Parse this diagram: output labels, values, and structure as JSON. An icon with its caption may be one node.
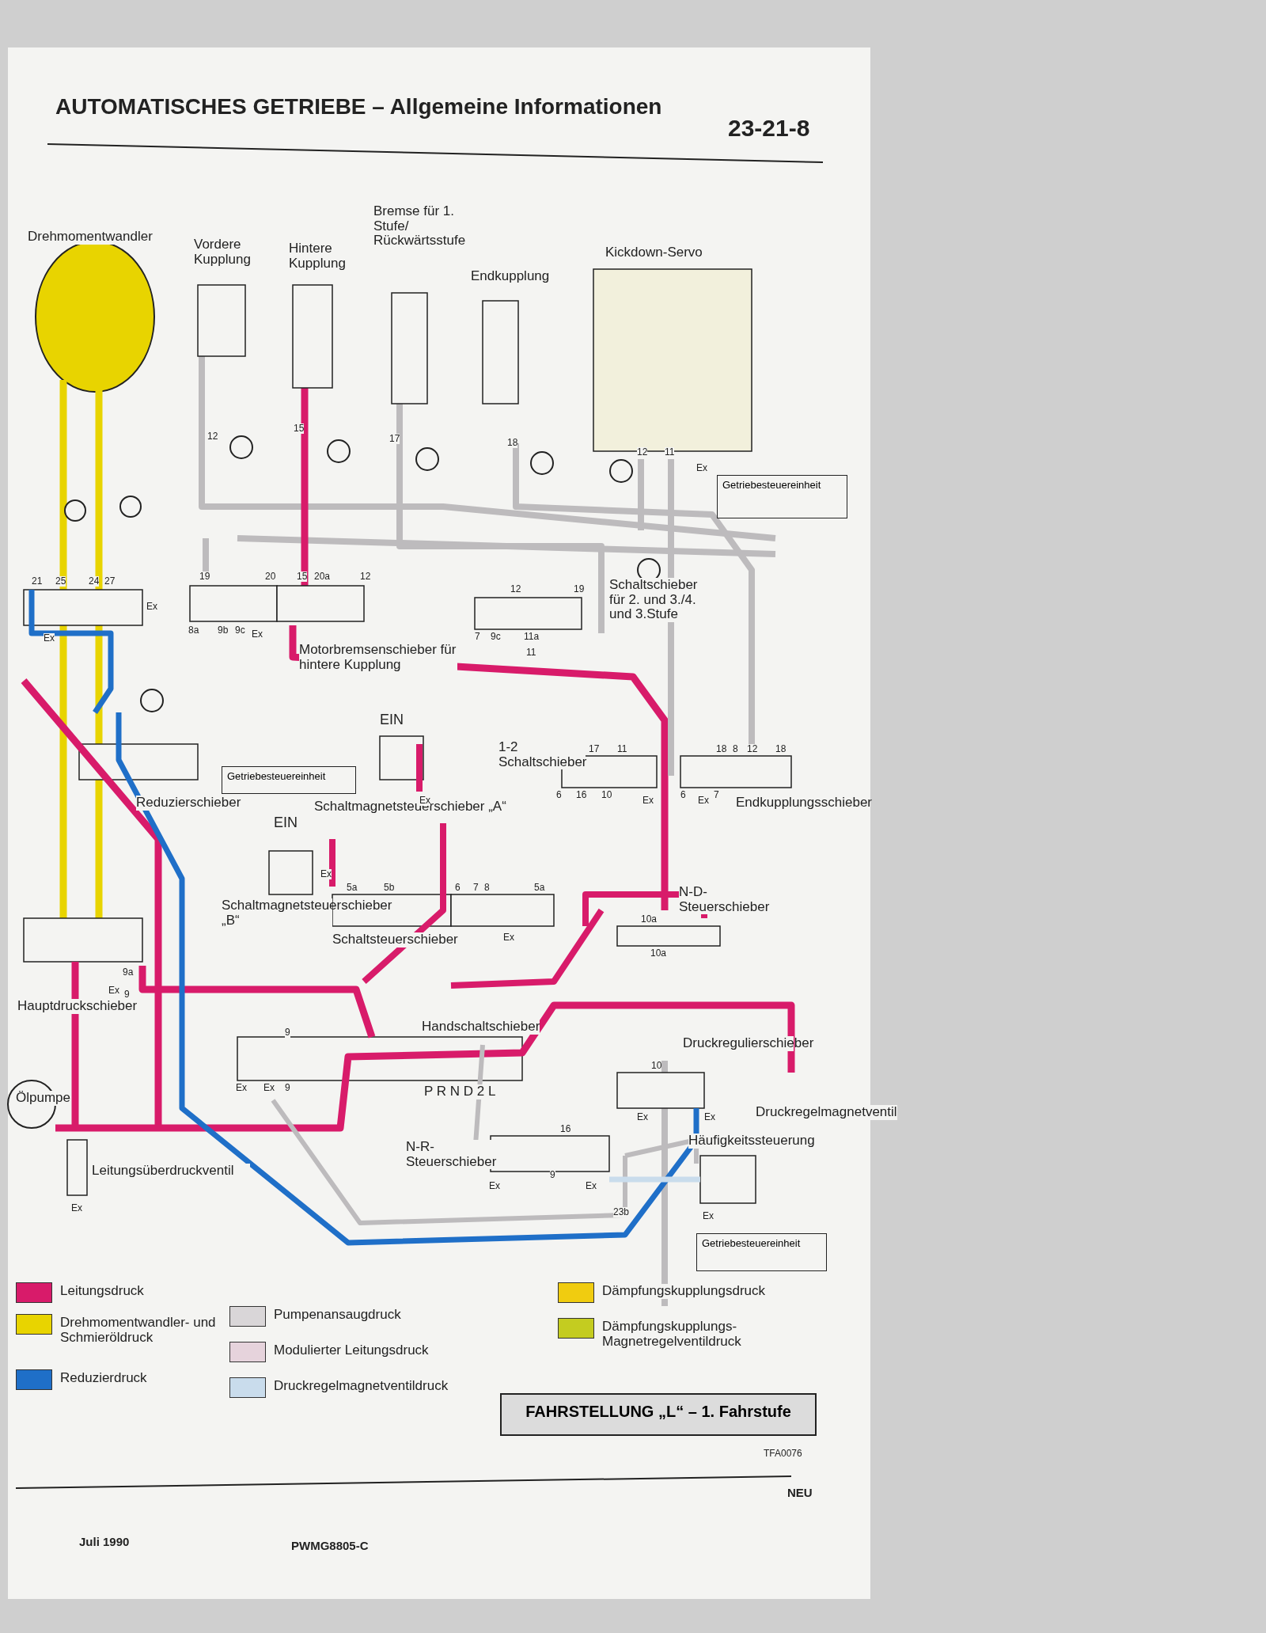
{
  "diagram": {
    "title": "AUTOMATISCHES GETRIEBE – Allgemeine Informationen",
    "nodes": [
      {
        "text": [
          "Getriebesteuereinheit"
        ]
      },
      {
        "text": [
          "Getriebesteuereinheit"
        ]
      },
      {
        "text": [
          "Getriebesteuereinheit"
        ]
      },
      {
        "text": [
          "FAHRSTELLUNG „L“ – 1. Fahrstufe"
        ]
      }
    ],
    "edges": [],
    "labels": [
      "23-21-8",
      "Drehmomentwandler",
      "Vordere Kupplung",
      "Hintere Kupplung",
      "Bremse für 1. Stufe/ Rückwärtsstufe",
      "Endkupplung",
      "Kickdown-Servo",
      "12",
      "15",
      "17",
      "18",
      "12",
      "11",
      "Ex",
      "21",
      "25",
      "24",
      "27",
      "Ex",
      "Ex",
      "19",
      "20",
      "15",
      "20a",
      "12",
      "8a",
      "9b",
      "9c",
      "Ex",
      "12",
      "19",
      "7",
      "9c",
      "11a",
      "11",
      "Schaltschieber für 2. und 3./4. und 3.Stufe",
      "Motorbremsenschieber für hintere Kupplung",
      "EIN",
      "Reduzierschieber",
      "Schaltmagnetsteuerschieber „A“",
      "Ex",
      "1-2 Schaltschieber",
      "17",
      "11",
      "6",
      "16",
      "10",
      "Ex",
      "18",
      "8",
      "12",
      "18",
      "6",
      "Ex",
      "7",
      "Endkupplungsschieber",
      "EIN",
      "Ex",
      "Schaltmagnetsteuerschieber „B“",
      "5a",
      "5b",
      "6",
      "7",
      "8",
      "5a",
      "Ex",
      "Schaltsteuerschieber",
      "N-D-Steuerschieber",
      "10a",
      "10a",
      "Hauptdruckschieber",
      "9a",
      "9",
      "Ex",
      "Handschaltschieber",
      "9",
      "Ex",
      "Ex",
      "9",
      "P R N D 2 L",
      "Druckregulierschieber",
      "10",
      "Ex",
      "Ex",
      "Ölpumpe",
      "Leitungsüberdruckventil",
      "Ex",
      "N-R-Steuerschieber",
      "16",
      "9",
      "Ex",
      "Ex",
      "23b",
      "Häufigkeitssteuerung",
      "Druckregelmagnetventil",
      "Ex",
      "TFA0076",
      "NEU",
      "Juli 1990",
      "PWMG8805-C"
    ],
    "legend": [
      {
        "text": "Leitungsdruck",
        "color": "#d81b6a"
      },
      {
        "text": "Drehmomentwandler- und Schmieröldruck",
        "color": "#e8d400"
      },
      {
        "text": "Reduzierdruck",
        "color": "#1f6fc8"
      },
      {
        "text": "Pumpenansaugdruck",
        "color": "#d9d6d8"
      },
      {
        "text": "Modulierter Leitungsdruck",
        "color": "#e6d3dc"
      },
      {
        "text": "Druckregelmagnetventildruck",
        "color": "#c9dcec"
      },
      {
        "text": "Dämpfungskupplungsdruck",
        "color": "#f0cc10"
      },
      {
        "text": "Dämpfungskupplungs-Magnetregelventildruck",
        "color": "#c4cc20"
      }
    ]
  }
}
